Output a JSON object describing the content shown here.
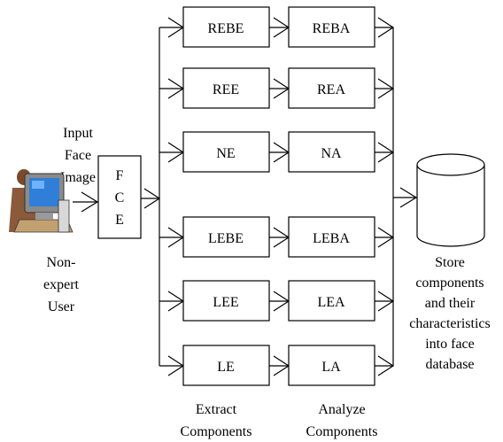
{
  "user": {
    "input_label_lines": [
      "Input",
      "Face",
      "Image"
    ],
    "user_label_lines": [
      "Non-",
      "expert",
      "User"
    ],
    "icon": "computer-user-icon"
  },
  "fce_letters": [
    "F",
    "C",
    "E"
  ],
  "extract_boxes": [
    "REBE",
    "REE",
    "NE",
    "LEBE",
    "LEE",
    "LE"
  ],
  "analyze_boxes": [
    "REBA",
    "REA",
    "NA",
    "LEBA",
    "LEA",
    "LA"
  ],
  "extract_caption_lines": [
    "Extract",
    "Components"
  ],
  "analyze_caption_lines": [
    "Analyze",
    "Components"
  ],
  "store_caption_lines": [
    "Store",
    "components",
    "and their",
    "characteristics",
    "into face",
    "database"
  ],
  "database_icon": "database-cylinder-icon"
}
